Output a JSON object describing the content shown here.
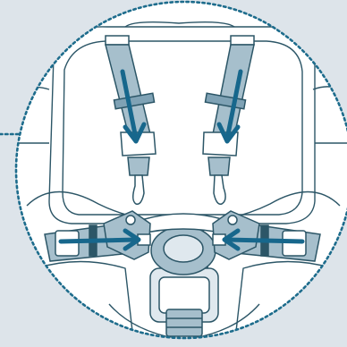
{
  "diagram": {
    "kind": "five-point-harness-threading-illustration",
    "colors": {
      "background": "#dde4ea",
      "circle_fill": "#ffffff",
      "dotted_border": "#1d6c8c",
      "line_art": "#2c5667",
      "strap_fill": "#a6bfcc",
      "arrow": "#17678c"
    },
    "parts": [
      {
        "id": "left-shoulder-strap",
        "icon": "strap",
        "arrow_direction": "down"
      },
      {
        "id": "right-shoulder-strap",
        "icon": "strap",
        "arrow_direction": "down"
      },
      {
        "id": "left-waist-strap",
        "icon": "strap",
        "arrow_direction": "inward"
      },
      {
        "id": "right-waist-strap",
        "icon": "strap",
        "arrow_direction": "inward"
      },
      {
        "id": "left-hook-buckle",
        "icon": "hook-buckle"
      },
      {
        "id": "right-hook-buckle",
        "icon": "hook-buckle"
      },
      {
        "id": "center-buckle",
        "icon": "round-buckle"
      },
      {
        "id": "crotch-strap",
        "icon": "strap"
      }
    ]
  }
}
